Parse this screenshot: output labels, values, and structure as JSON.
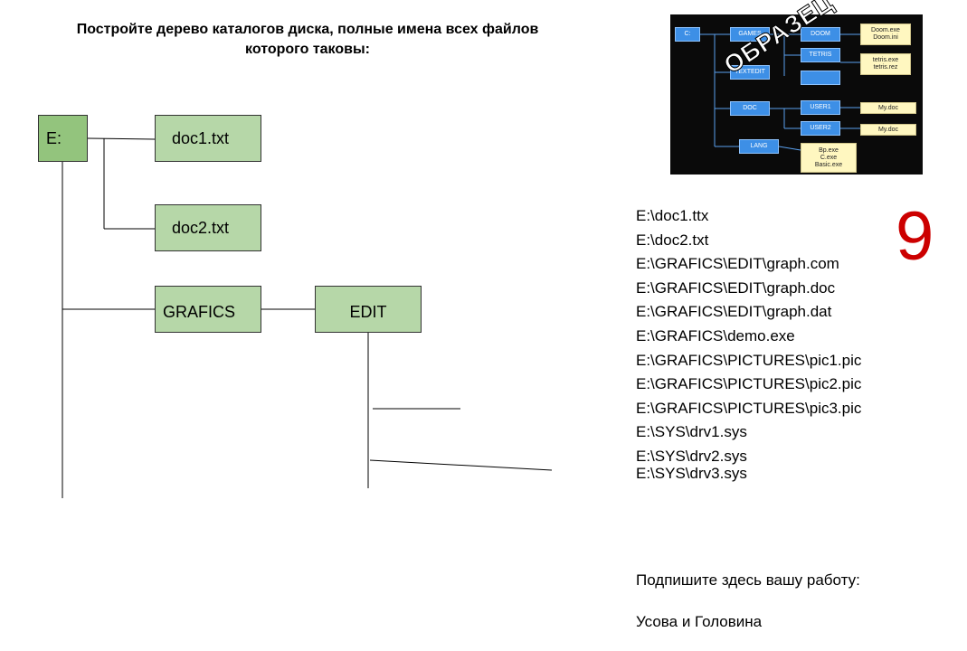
{
  "title": "Постройте дерево каталогов диска, полные имена всех файлов которого таковы:",
  "tree": {
    "root": "E:",
    "doc1": "doc1.txt",
    "doc2": "doc2.txt",
    "grafics": "GRAFICS",
    "edit": "EDIT"
  },
  "sample": {
    "stamp": "ОБРАЗЕЦ",
    "nodes": {
      "c": "C:",
      "games": "GAMES",
      "doom": "DOOM",
      "doom_files": "Doom.exe\nDoom.ini",
      "tetris": "TETRIS",
      "tetris_files": "tetris.exe\ntetris.rez",
      "textedit": "TEXTEDIT",
      "doc": "DOC",
      "user1": "USER1",
      "user1_file": "My.doc",
      "user2": "USER2",
      "user2_file": "My.doc",
      "lang": "LANG",
      "lang_files": "Bp.exe\nC.exe\nBasic.exe"
    },
    "colors": {
      "folder": "#3d8fe6",
      "file": "#fff7c0",
      "background": "#0a0a0a"
    }
  },
  "paths": [
    "E:\\doc1.ttx",
    "E:\\doc2.txt",
    "E:\\GRAFICS\\EDIT\\graph.com",
    "E:\\GRAFICS\\EDIT\\graph.doc",
    "E:\\GRAFICS\\EDIT\\graph.dat",
    "E:\\GRAFICS\\demo.exe",
    "E:\\GRAFICS\\PICTURES\\pic1.pic",
    "E:\\GRAFICS\\PICTURES\\pic2.pic",
    "E:\\GRAFICS\\PICTURES\\pic3.pic",
    "E:\\SYS\\drv1.sys",
    "E:\\SYS\\drv2.sys",
    "E:\\SYS\\drv3.sys"
  ],
  "variant_number": "9",
  "sign_prompt": "Подпишите здесь вашу работу:",
  "authors": "Усова и Головина",
  "colors": {
    "root": "#93c47d",
    "folder": "#b6d7a8",
    "variant_number": "#cc0000"
  }
}
